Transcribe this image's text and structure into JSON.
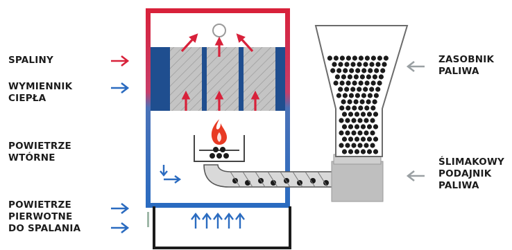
{
  "labels": {
    "spaliny": [
      "SPALINY"
    ],
    "wymiennik": [
      "WYMIENNIK",
      "CIEPŁA"
    ],
    "powietrze_wtorne": [
      "POWIETRZE",
      "WTÓRNE"
    ],
    "powietrze_pierwotne": [
      "POWIETRZE",
      "PIERWOTNE",
      "DO SPALANIA"
    ],
    "zasobnik": [
      "ZASOBNIK",
      "PALIWA"
    ],
    "podajnik": [
      "ŚLIMAKOWY",
      "PODAJNIK",
      "PALIWA"
    ]
  },
  "colors": {
    "red": "#d8213a",
    "blue": "#2a6bc0",
    "navy": "#1f4e8f",
    "gray_arrow": "#9aa0a3",
    "hatch_gray": "#bdbdbd",
    "feeder_gray": "#bfbfbf",
    "text": "#1b1b1b"
  },
  "icons": {
    "flame": "flame-icon",
    "airflow_arrow": "arrow-icon",
    "fuel_pellets": "pellet-dots"
  }
}
